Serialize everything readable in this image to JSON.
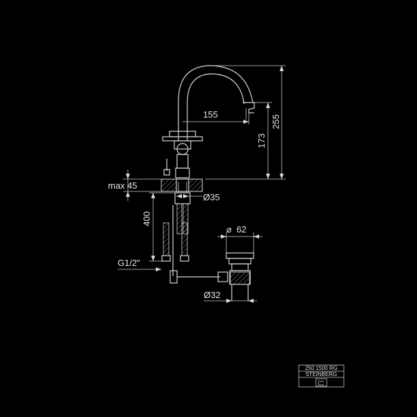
{
  "dimensions": {
    "spout_reach": "155",
    "total_height": "255",
    "outlet_height": "173",
    "max_deck": "max 45",
    "hole_diameter": "Ø35",
    "hose_length": "400",
    "flange_diameter": "62",
    "thread": "G1/2\"",
    "waste_diameter": "Ø32"
  },
  "title_block": {
    "article_number": "250 1500 RG",
    "brand": "STEINBERG"
  },
  "colors": {
    "background": "#000000",
    "line": "#d8d8d8"
  }
}
